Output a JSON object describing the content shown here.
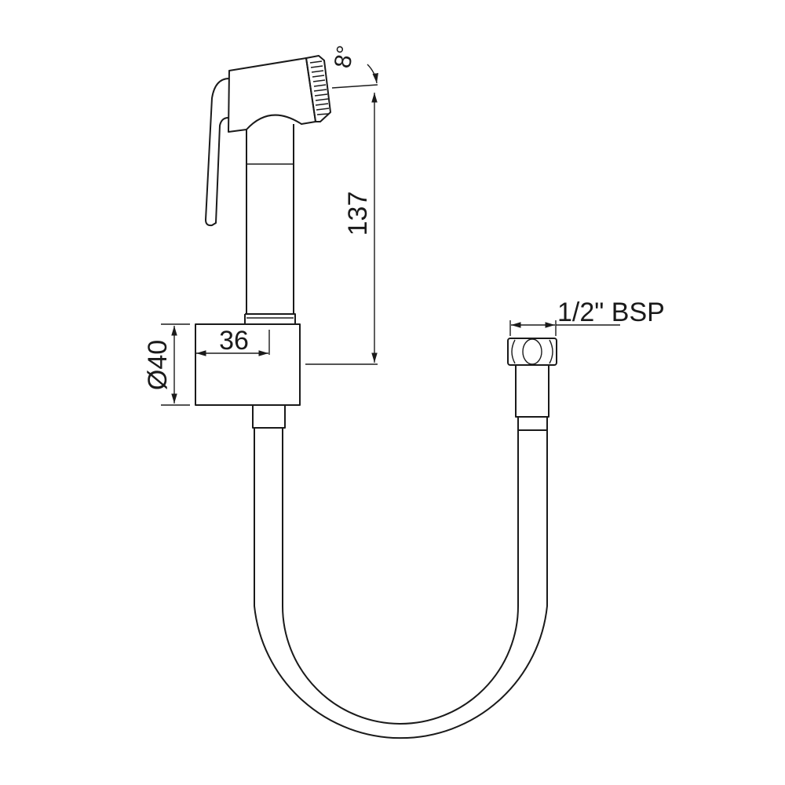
{
  "drawing": {
    "dimensions": {
      "height": "137",
      "spray_angle": "8°",
      "diameter": "Ø40",
      "depth": "36",
      "thread": "1/2\" BSP"
    },
    "line_color": "#1a1a1a",
    "background": "#ffffff"
  }
}
